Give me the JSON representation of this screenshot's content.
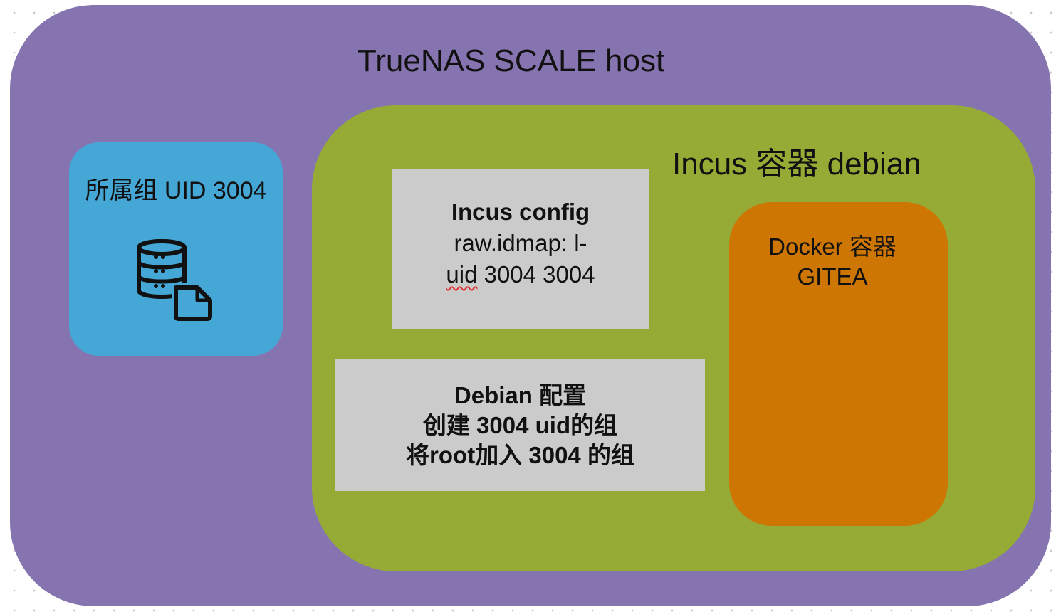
{
  "host": {
    "title": "TrueNAS SCALE host",
    "color": "#8574b0"
  },
  "group_box": {
    "label": "所属组 UID 3004",
    "icon": "database-file-icon",
    "color": "#45a7d6"
  },
  "incus": {
    "title": "Incus 容器 debian",
    "color": "#95ab35",
    "config_box": {
      "title": "Incus config",
      "line2": "raw.idmap: l-",
      "line3_word": "uid",
      "line3_rest": " 3004 3004"
    },
    "debian_box": {
      "line1": "Debian 配置",
      "line2": "创建 3004 uid的组",
      "line3": "将root加入 3004 的组"
    }
  },
  "docker": {
    "line1": "Docker 容器",
    "line2": "GITEA",
    "color": "#cd7603"
  }
}
